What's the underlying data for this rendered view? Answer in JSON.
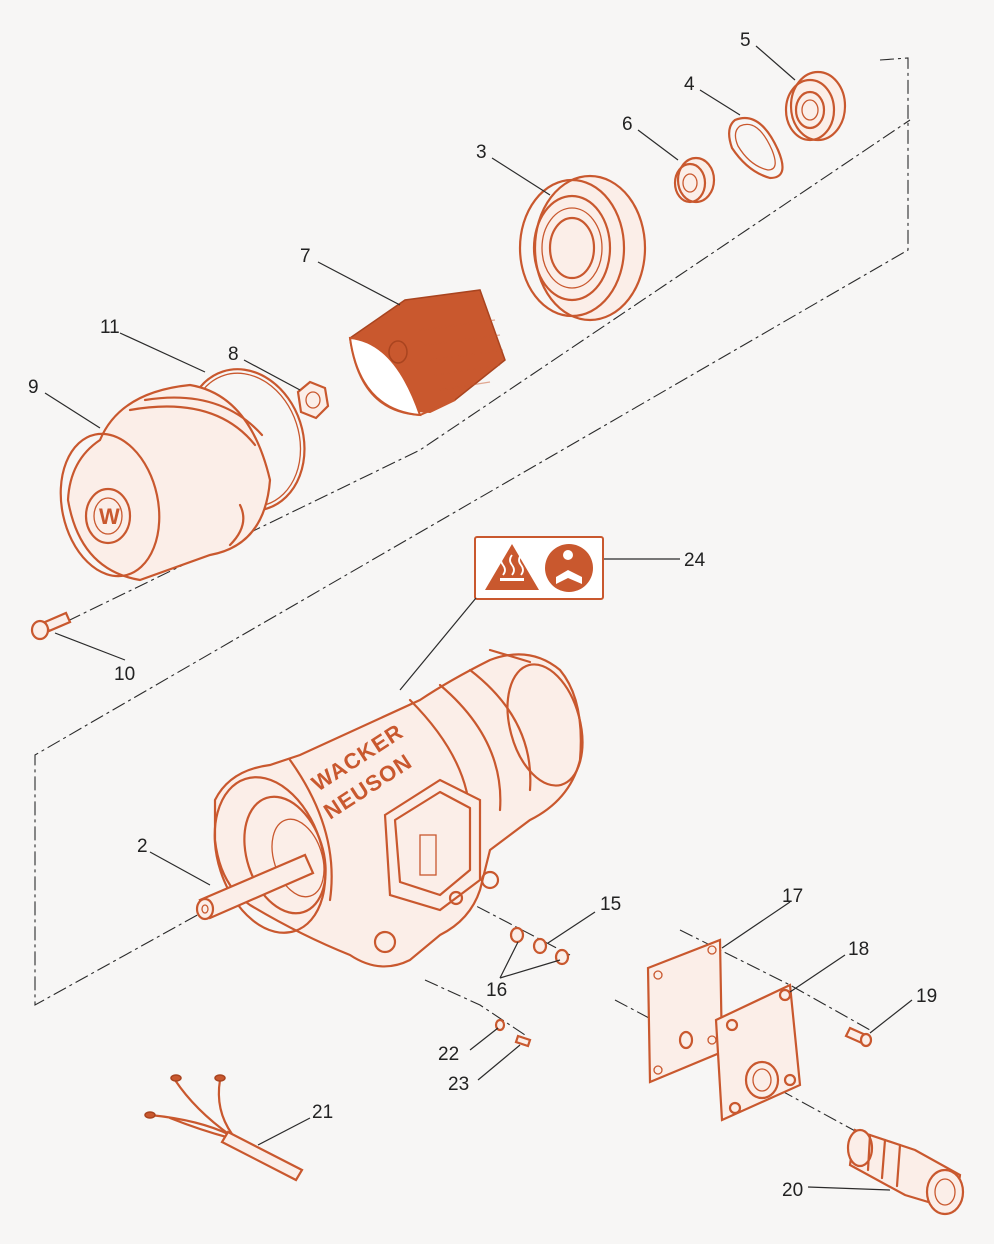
{
  "diagram": {
    "callouts": {
      "c2": "2",
      "c3": "3",
      "c4": "4",
      "c5": "5",
      "c6": "6",
      "c7": "7",
      "c8": "8",
      "c9": "9",
      "c10": "10",
      "c11": "11",
      "c15": "15",
      "c16": "16",
      "c17": "17",
      "c18": "18",
      "c19": "19",
      "c20": "20",
      "c21": "21",
      "c22": "22",
      "c23": "23",
      "c24": "24"
    },
    "brand": {
      "line1": "WACKER",
      "line2": "NEUSON"
    },
    "cap_logo": "W",
    "colors": {
      "part": "#c9582e",
      "line": "#2b2b2b",
      "background": "#f7f6f5"
    },
    "icons": [
      "hot-surface-warning-icon",
      "read-manual-icon"
    ]
  }
}
